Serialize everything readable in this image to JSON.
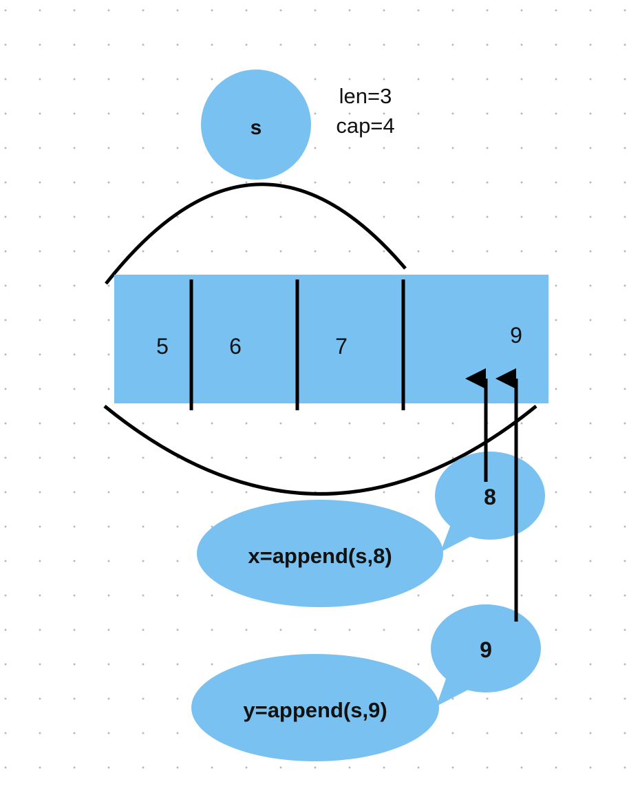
{
  "colors": {
    "fill": "#78c1f0",
    "stroke": "#000000"
  },
  "slice": {
    "name": "s",
    "len_text": "len=3",
    "cap_text": "cap=4"
  },
  "array": {
    "cells": [
      "5",
      "6",
      "7",
      "9"
    ]
  },
  "bubbles": [
    {
      "value": "8",
      "expression": "x=append(s,8)"
    },
    {
      "value": "9",
      "expression": "y=append(s,9)"
    }
  ]
}
